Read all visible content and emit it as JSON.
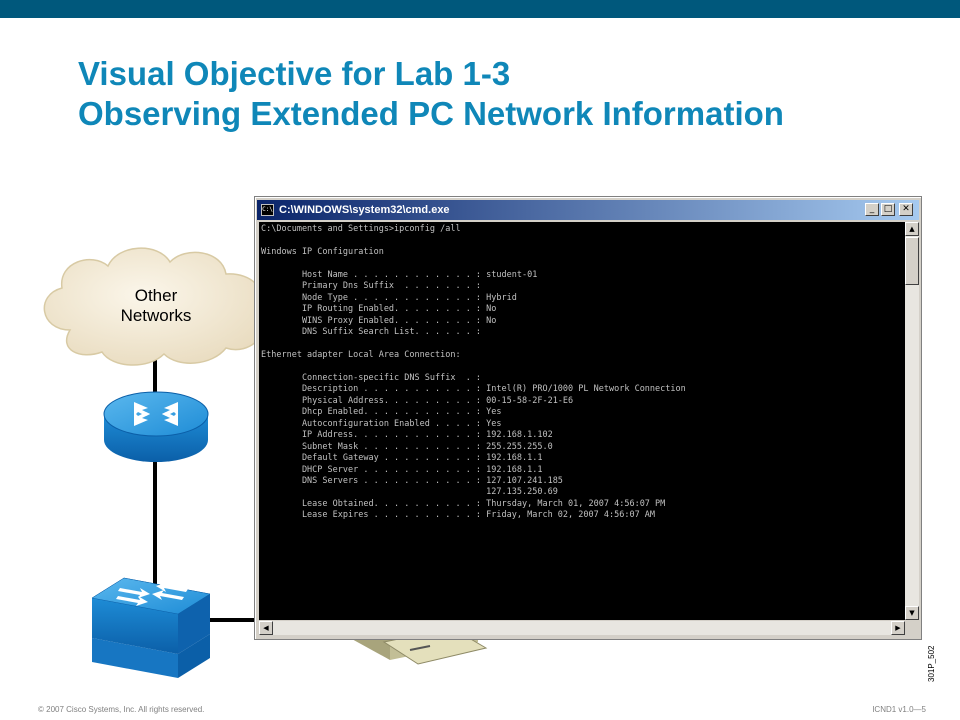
{
  "slide": {
    "title_line1": "Visual Objective for Lab 1-3",
    "title_line2": "Observing Extended PC Network Information",
    "figure_id": "301P_502",
    "footer_left": "© 2007 Cisco Systems, Inc. All rights reserved.",
    "footer_right": "ICND1 v1.0—5"
  },
  "colors": {
    "top_bar": "#00587c",
    "title": "#0f87b8",
    "device_blue": "#1e90d8",
    "cloud": "#f4ead4",
    "cmd_background": "#000000",
    "cmd_text": "#c0c0c0"
  },
  "diagram": {
    "cloud_label_line1": "Other",
    "cloud_label_line2": "Networks",
    "devices": [
      "cloud-icon",
      "router-icon",
      "switch-icon",
      "pc-icon"
    ]
  },
  "cmd_window": {
    "title": "C:\\WINDOWS\\system32\\cmd.exe",
    "icon_text": "C:\\",
    "minimize": "_",
    "maximize": "□",
    "close": "✕",
    "lines": [
      "C:\\Documents and Settings>ipconfig /all",
      "",
      "Windows IP Configuration",
      "",
      "        Host Name . . . . . . . . . . . . : student-01",
      "        Primary Dns Suffix  . . . . . . . :",
      "        Node Type . . . . . . . . . . . . : Hybrid",
      "        IP Routing Enabled. . . . . . . . : No",
      "        WINS Proxy Enabled. . . . . . . . : No",
      "        DNS Suffix Search List. . . . . . :",
      "",
      "Ethernet adapter Local Area Connection:",
      "",
      "        Connection-specific DNS Suffix  . :",
      "        Description . . . . . . . . . . . : Intel(R) PRO/1000 PL Network Connection",
      "        Physical Address. . . . . . . . . : 00-15-58-2F-21-E6",
      "        Dhcp Enabled. . . . . . . . . . . : Yes",
      "        Autoconfiguration Enabled . . . . : Yes",
      "        IP Address. . . . . . . . . . . . : 192.168.1.102",
      "        Subnet Mask . . . . . . . . . . . : 255.255.255.0",
      "        Default Gateway . . . . . . . . . : 192.168.1.1",
      "        DHCP Server . . . . . . . . . . . : 192.168.1.1",
      "        DNS Servers . . . . . . . . . . . : 127.107.241.185",
      "                                            127.135.250.69",
      "        Lease Obtained. . . . . . . . . . : Thursday, March 01, 2007 4:56:07 PM",
      "        Lease Expires . . . . . . . . . . : Friday, March 02, 2007 4:56:07 AM"
    ]
  }
}
